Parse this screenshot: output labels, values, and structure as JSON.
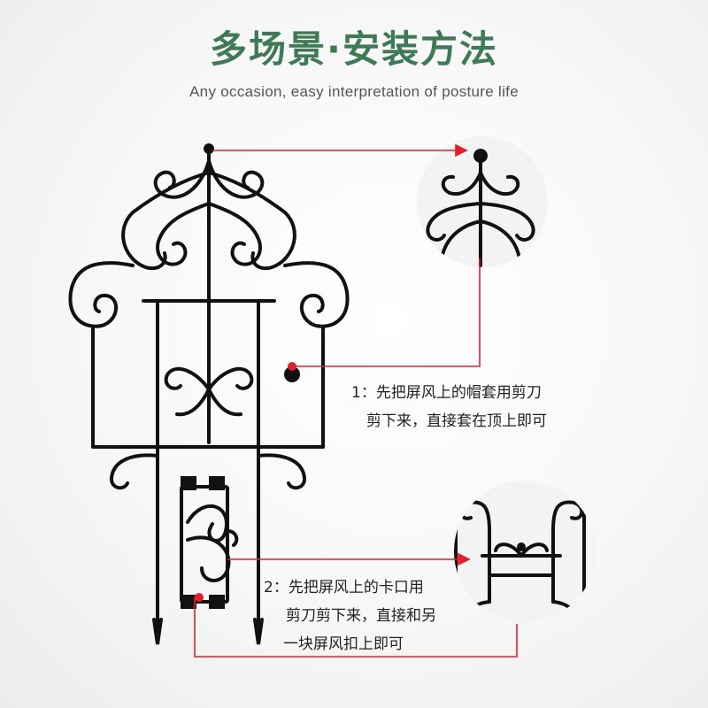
{
  "header": {
    "title": "多场景·安装方法",
    "subtitle": "Any occasion, easy interpretation of posture life"
  },
  "steps": [
    {
      "lines": [
        "1：先把屏风上的帽套用剪刀",
        "剪下来，直接套在顶上即可"
      ]
    },
    {
      "lines": [
        "2：先把屏风上的卡口用",
        "剪刀剪下来，直接和另",
        "一块屏风扣上即可"
      ]
    }
  ],
  "colors": {
    "title_green": "#3d7a55",
    "annotation_red": "#e3202a",
    "iron_black": "#111111"
  }
}
